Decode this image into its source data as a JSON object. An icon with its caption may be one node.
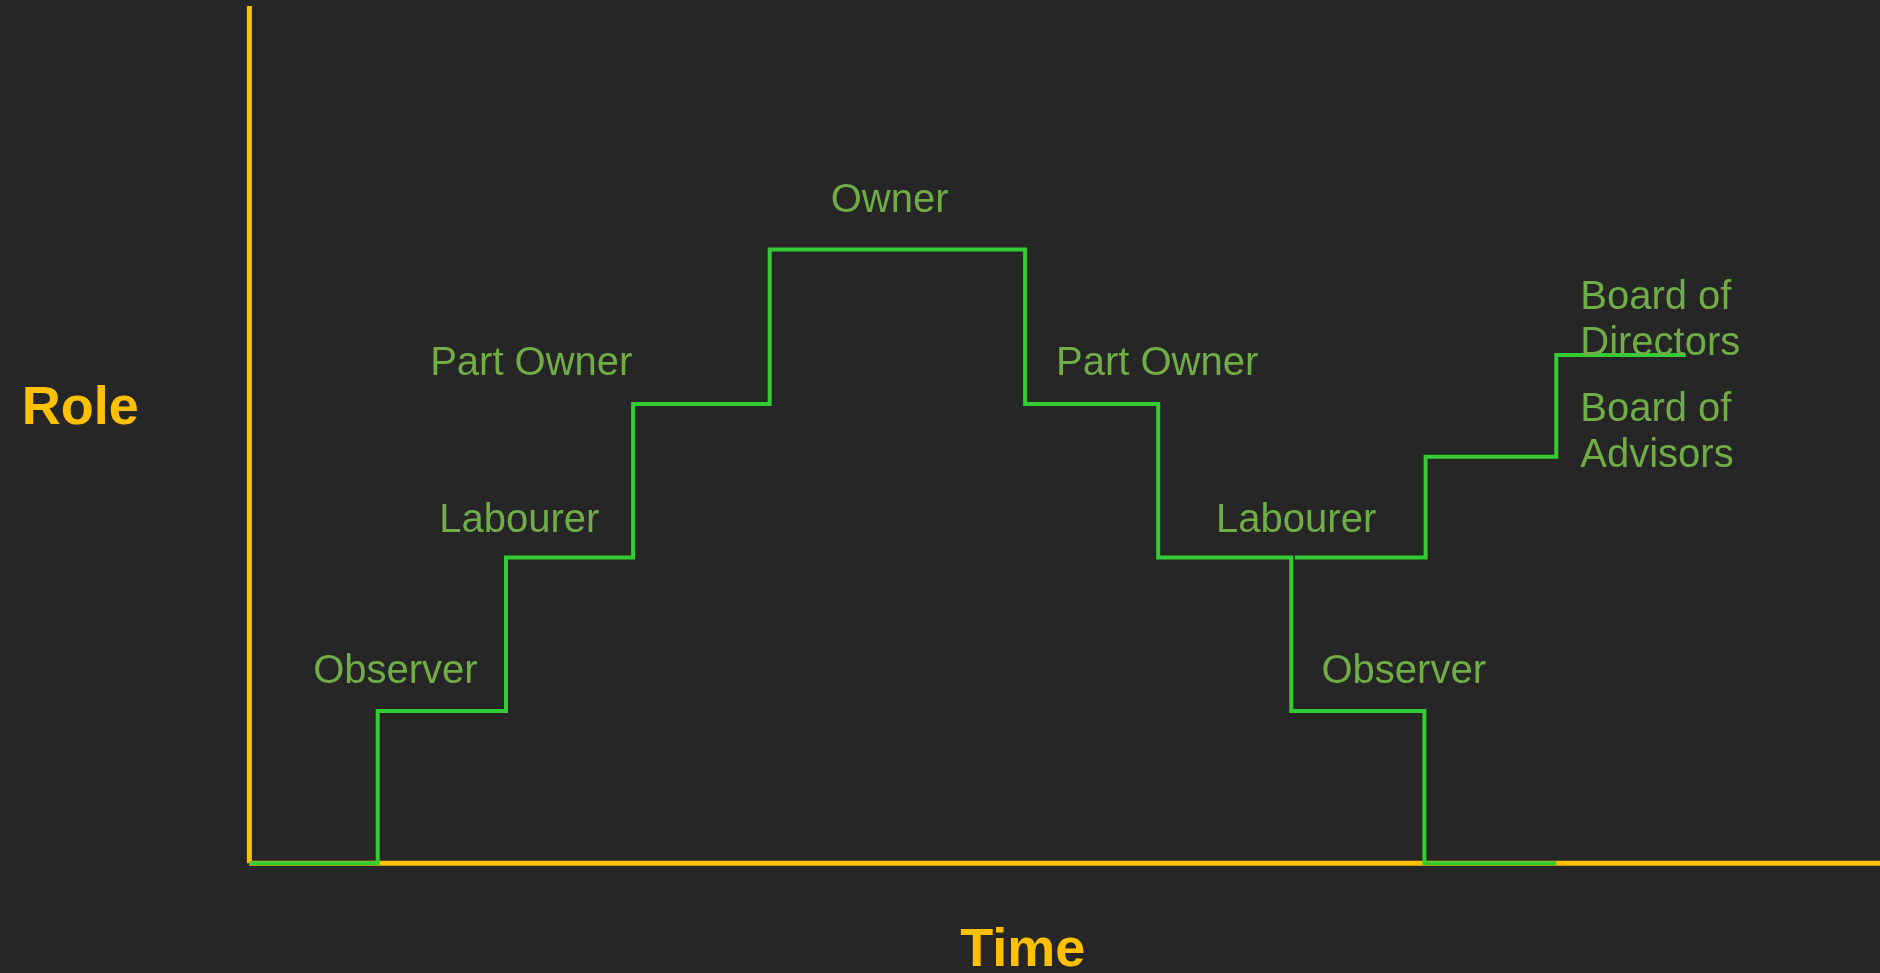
{
  "diagram": {
    "labels": [
      "Role",
      "Owner",
      "Part Owner",
      "Part Owner",
      "Board of Directors",
      "Board of Advisors",
      "Labourer",
      "Labourer",
      "Observer",
      "Observer",
      "Time"
    ]
  }
}
